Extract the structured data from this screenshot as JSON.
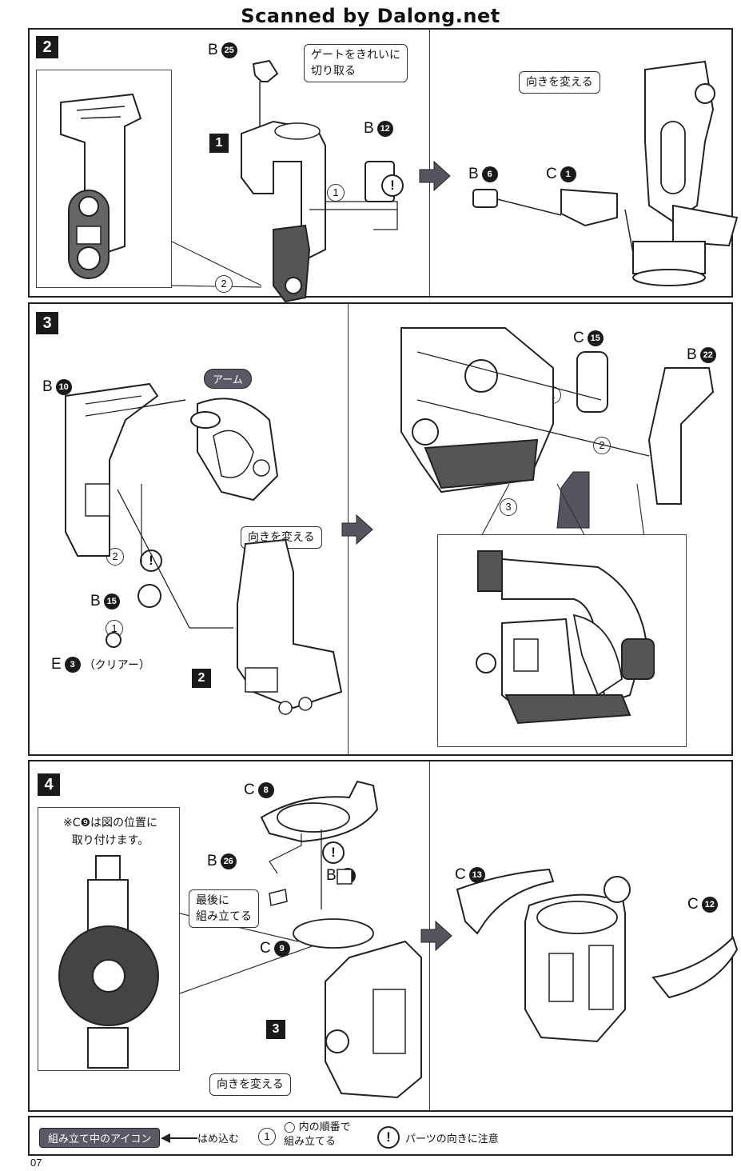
{
  "watermark": "Scanned by Dalong.net",
  "page_number": "07",
  "steps": {
    "s2": {
      "number": "2",
      "sub_badge": "1",
      "callout_gate": "ゲートをきれいに\n切り取る",
      "callout_rotate": "向きを変える",
      "parts": {
        "b25": {
          "letter": "B",
          "num": "25"
        },
        "b12": {
          "letter": "B",
          "num": "12"
        },
        "b6": {
          "letter": "B",
          "num": "6"
        },
        "c1": {
          "letter": "C",
          "num": "1"
        }
      },
      "order": [
        "1",
        "2"
      ],
      "warn": "!"
    },
    "s3": {
      "number": "3",
      "arm_pill": "アーム",
      "callout_rotate": "向きを変える",
      "sub_badge": "2",
      "parts": {
        "b10": {
          "letter": "B",
          "num": "10"
        },
        "b15": {
          "letter": "B",
          "num": "15"
        },
        "e3": {
          "letter": "E",
          "num": "3",
          "note": "（クリアー）"
        },
        "c15": {
          "letter": "C",
          "num": "15"
        },
        "b22": {
          "letter": "B",
          "num": "22"
        }
      },
      "order": [
        "1",
        "2",
        "3"
      ],
      "warn": "!"
    },
    "s4": {
      "number": "4",
      "inset_note": "※C❾は図の位置に\n取り付けます。",
      "callout_last": "最後に\n組み立てる",
      "callout_rotate": "向きを変える",
      "sub_badge": "3",
      "parts": {
        "c8": {
          "letter": "C",
          "num": "8"
        },
        "b26": {
          "letter": "B",
          "num": "26"
        },
        "b11": {
          "letter": "B",
          "num": "11"
        },
        "c9": {
          "letter": "C",
          "num": "9"
        },
        "c13": {
          "letter": "C",
          "num": "13"
        },
        "c12": {
          "letter": "C",
          "num": "12"
        }
      },
      "warn": "!"
    }
  },
  "legend": {
    "title": "組み立て中のアイコン",
    "arrow_label": "はめ込む",
    "order_sample": "1",
    "order_label": "◯ 内の順番で\n組み立てる",
    "warn_sample": "!",
    "warn_label": "パーツの向きに注意"
  },
  "colors": {
    "ink": "#1a1a1a",
    "arrow_gray": "#55555f",
    "arm_pill": "#5a5a66",
    "part_dark": "#555555",
    "part_light": "#ffffff"
  }
}
